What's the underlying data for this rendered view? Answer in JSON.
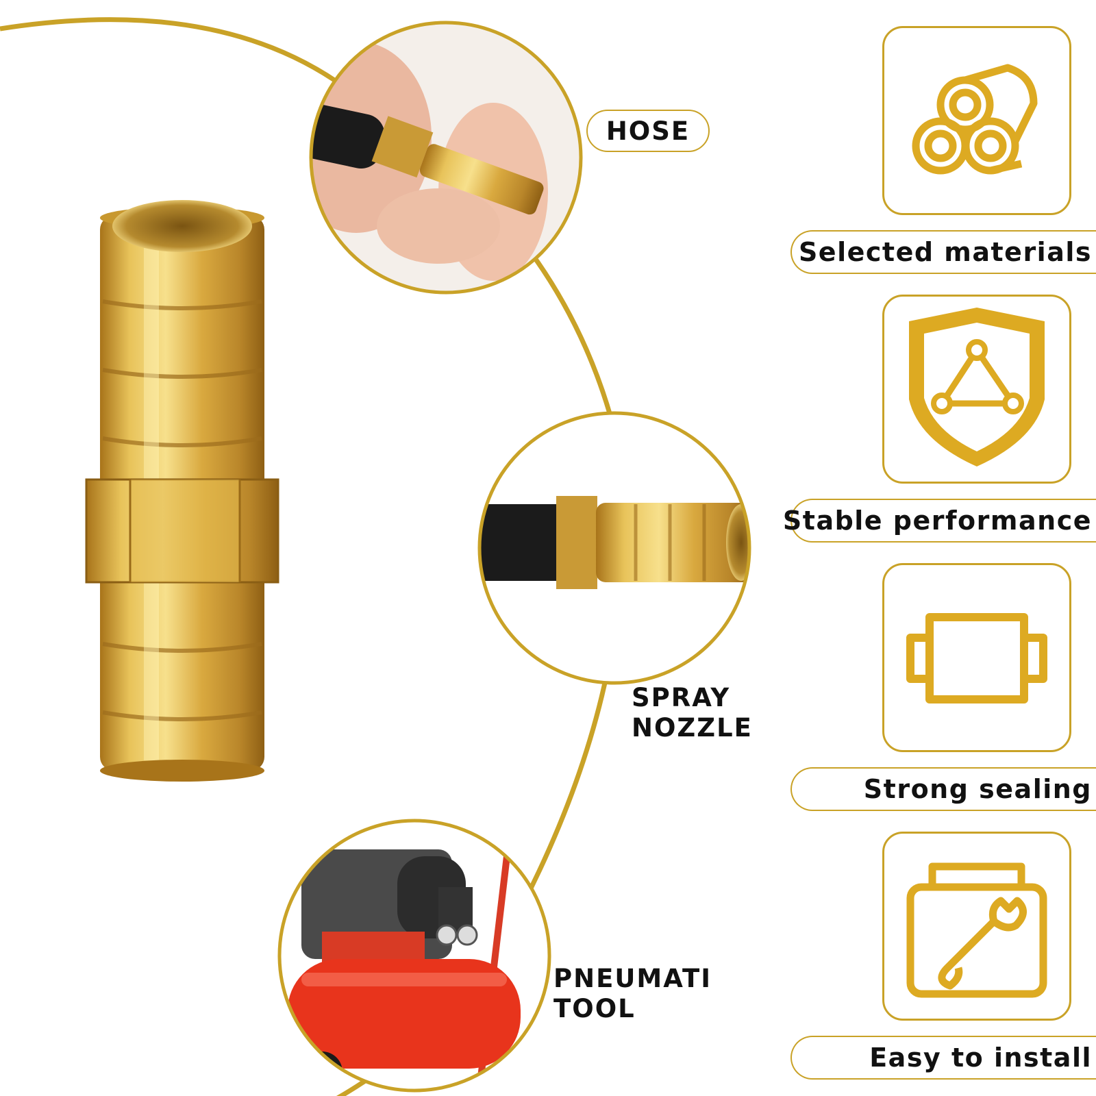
{
  "colors": {
    "accent": "#C9A227",
    "brass": "#D9B24A",
    "hose": "#1b1b1b",
    "compressor_red": "#E8341C"
  },
  "applications": [
    {
      "label": "HOSE",
      "icon": "hose-fitting-photo"
    },
    {
      "label": "SPRAY\nNOZZLE",
      "icon": "nozzle-photo"
    },
    {
      "label": "PNEUMATI\nTOOL",
      "icon": "air-compressor-photo"
    }
  ],
  "features": [
    {
      "label": "Selected materials",
      "icon": "pipes-icon"
    },
    {
      "label": "Stable performance",
      "icon": "shield-icon"
    },
    {
      "label": "Strong sealing",
      "icon": "seal-icon"
    },
    {
      "label": "Easy to install",
      "icon": "wrench-icon"
    }
  ]
}
